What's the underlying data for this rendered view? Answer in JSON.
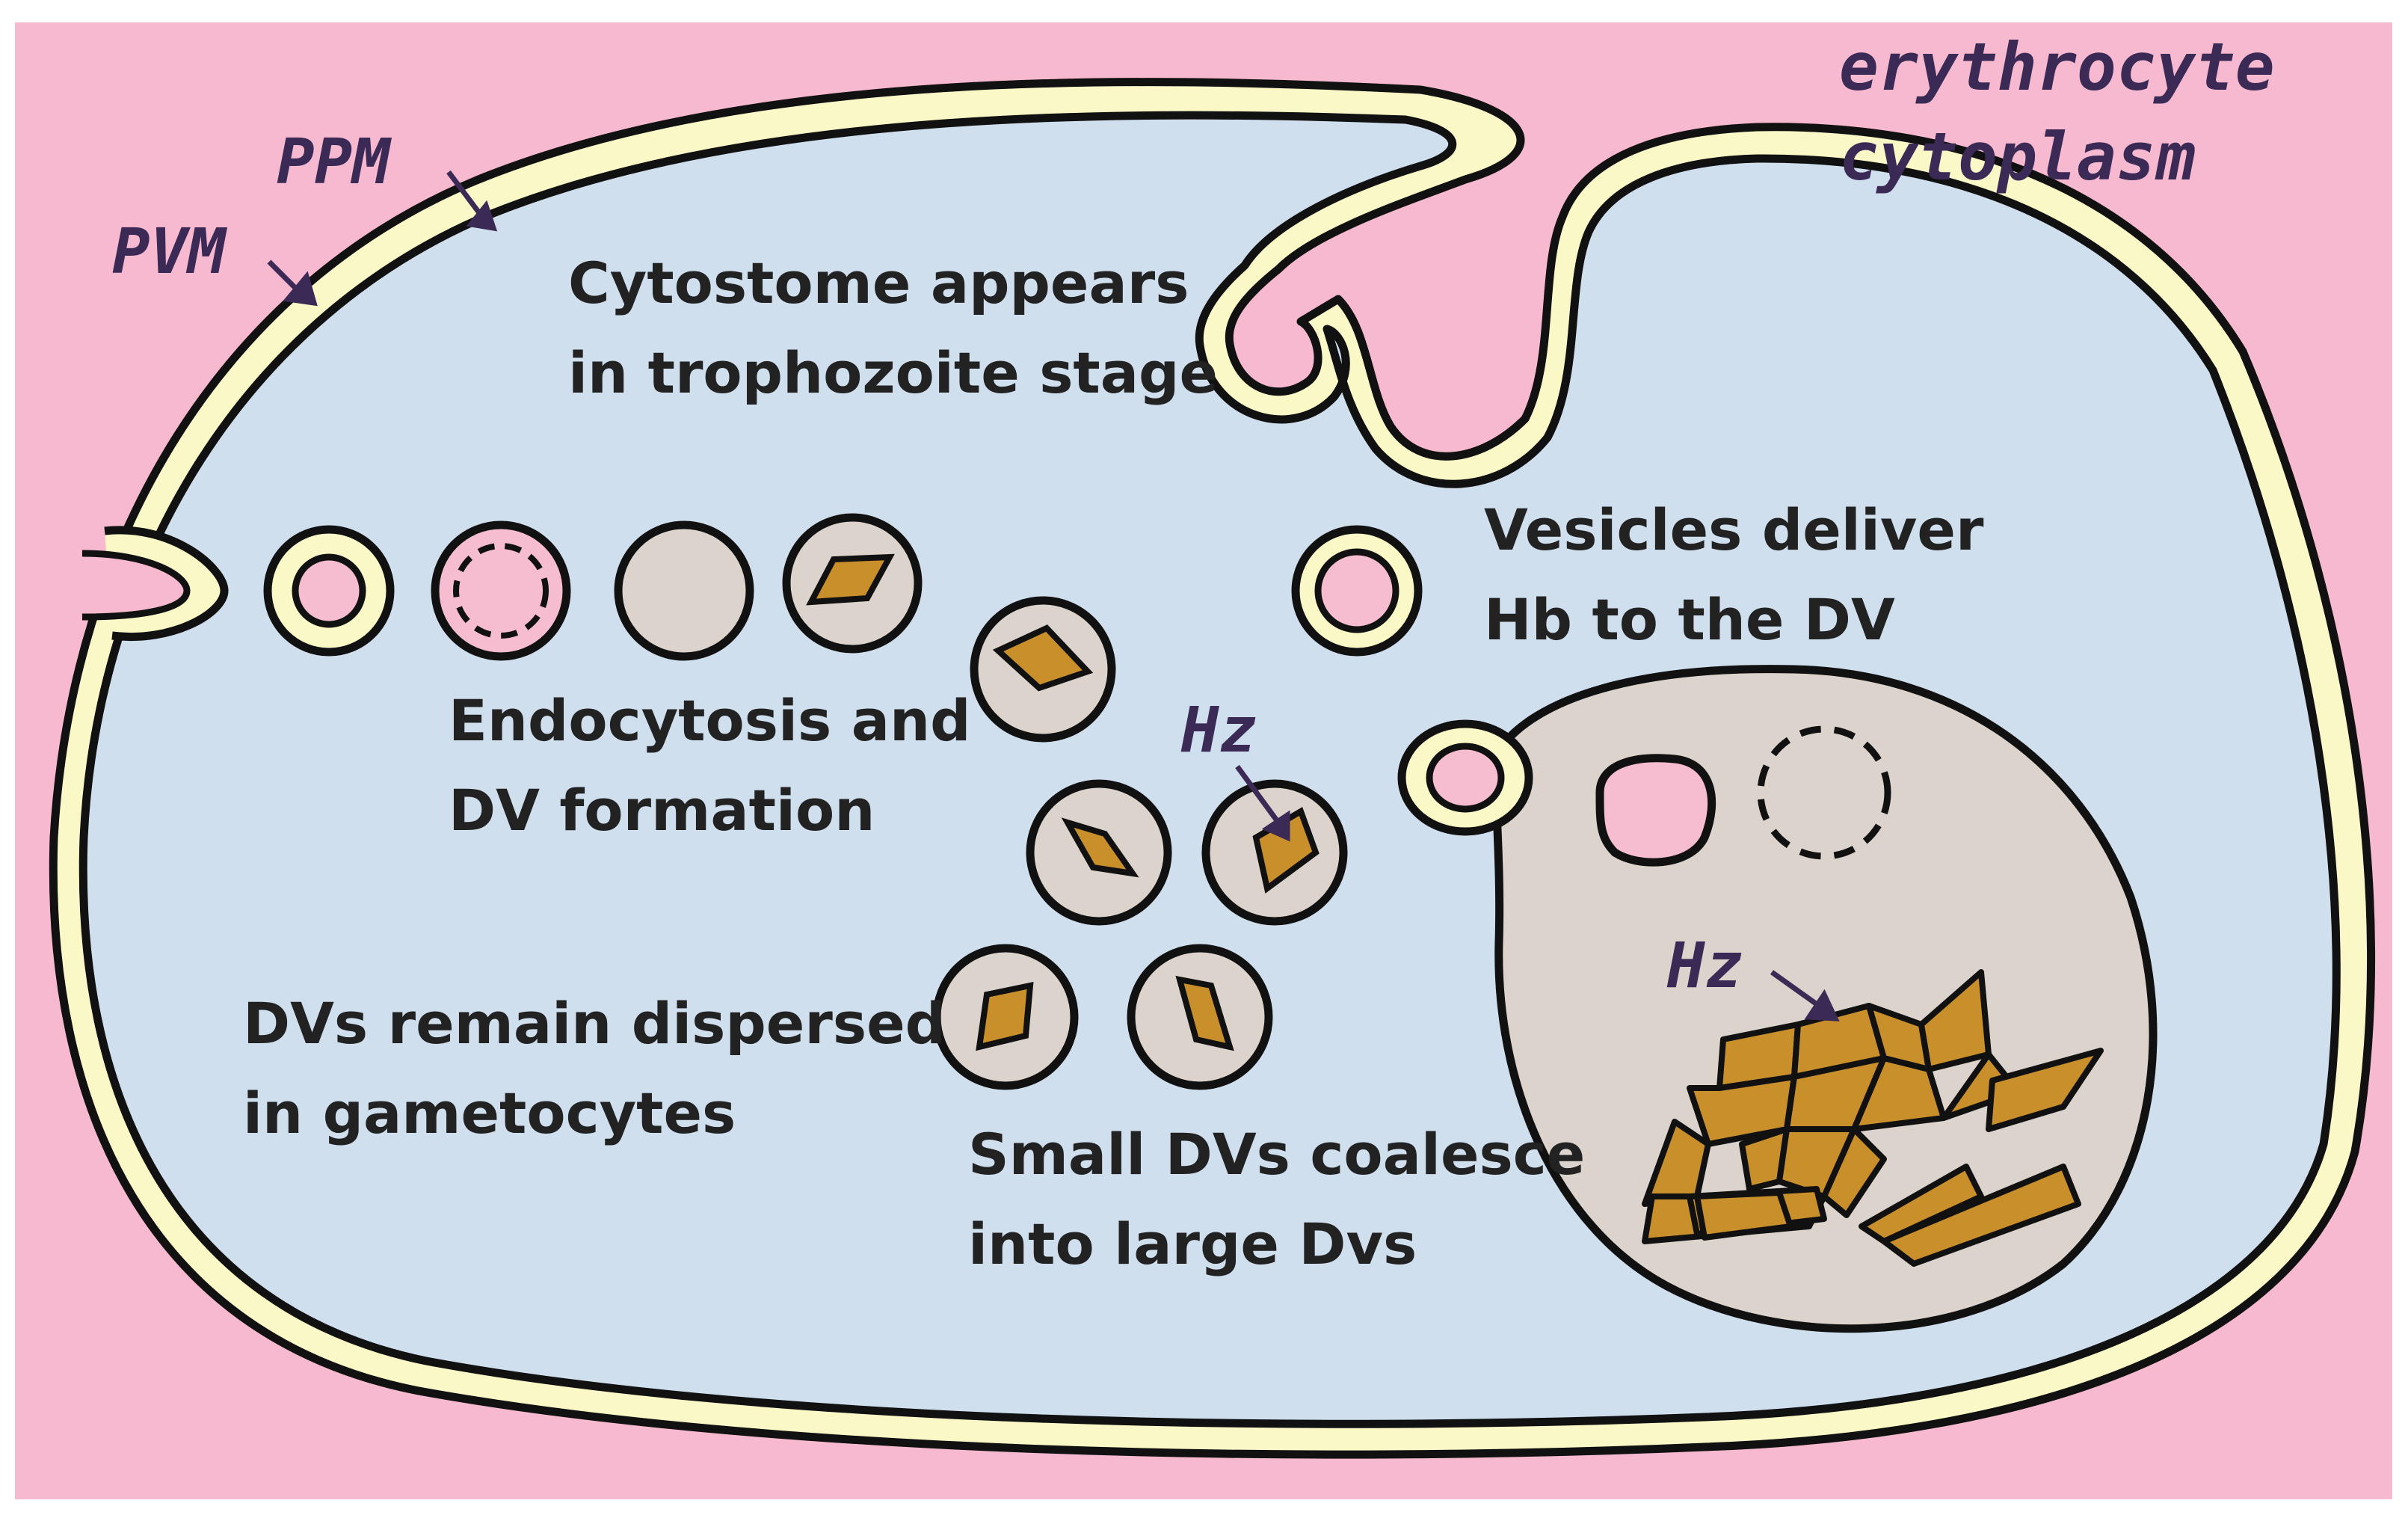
{
  "colors": {
    "erythrocyte_bg": "#f7b9cf",
    "parasite_cytoplasm": "#cfdfee",
    "membrane_fill": "#fbf8c8",
    "outline": "#111111",
    "vacuole_fill": "#dcd3cd",
    "hemozoin_fill": "#c88f2a",
    "label_text": "#222222",
    "annotation_text": "#3b2a55",
    "pink_vesicle": "#f6bdd0"
  },
  "icons": [
    "membrane-arrow",
    "hemozoin-crystal",
    "vesicle",
    "digestive-vacuole"
  ],
  "labels": {
    "erythrocyte_line1": "erythrocyte",
    "erythrocyte_line2": "cytoplasm",
    "ppm": "PPM",
    "pvm": "PVM",
    "cytostome_line1": "Cytostome appears",
    "cytostome_line2": "in trophozoite stage",
    "vesicles_line1": "Vesicles deliver",
    "vesicles_line2": "Hb to the DV",
    "endocytosis_line1": "Endocytosis and",
    "endocytosis_line2": "DV formation",
    "hz_small": "Hz",
    "hz_large": "Hz",
    "dispersed_line1": "DVs remain dispersed",
    "dispersed_line2": "in gametocytes",
    "coalesce_line1": "Small DVs coalesce",
    "coalesce_line2": "into large Dvs"
  }
}
